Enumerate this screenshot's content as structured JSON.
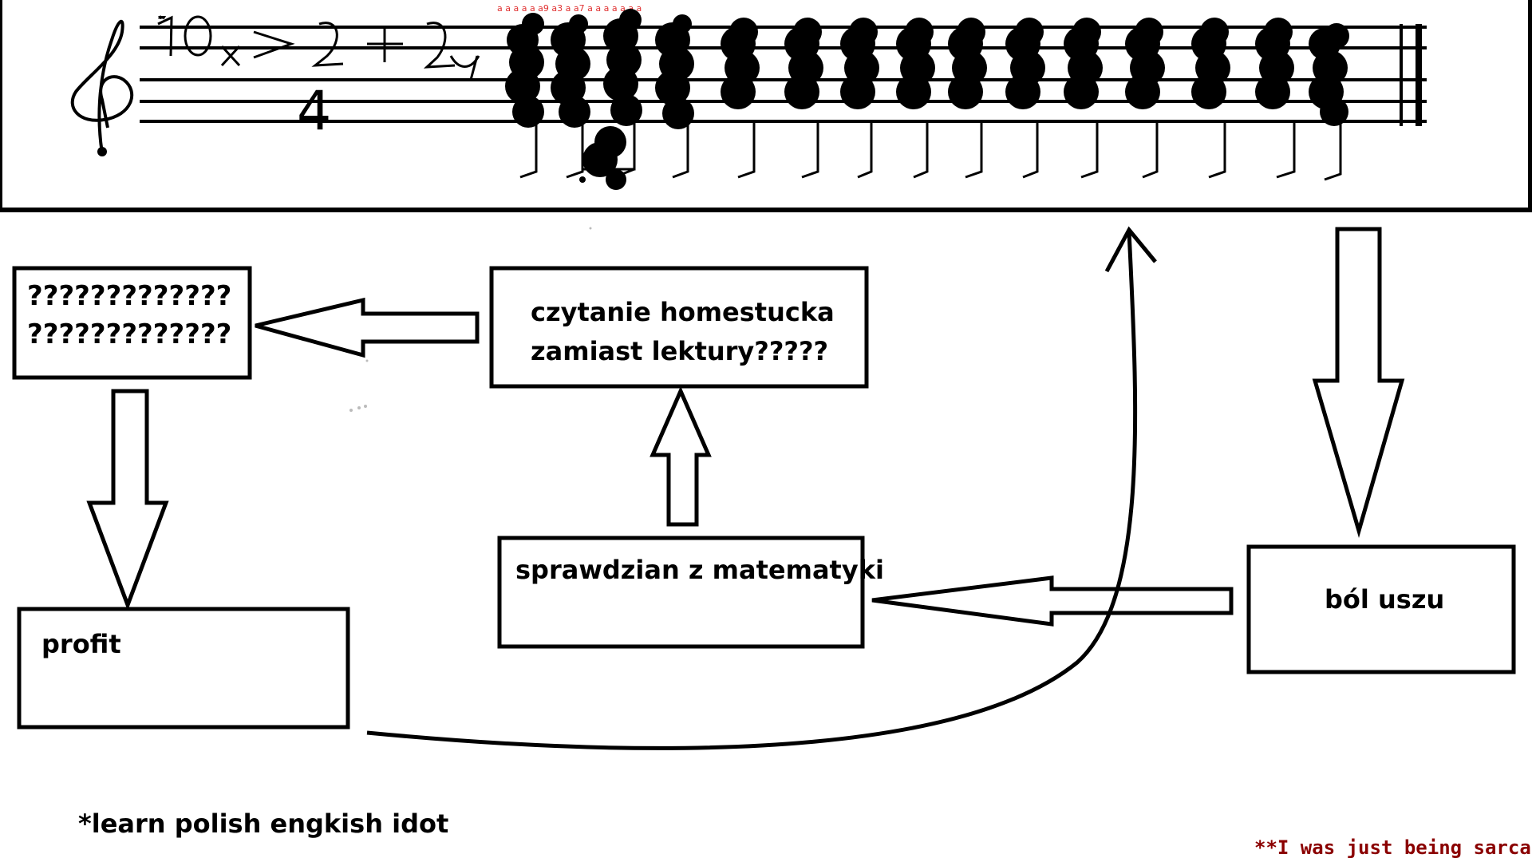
{
  "staff": {
    "formula_text": "10x>2+2y",
    "time_signature_bottom": "4",
    "note_lyrics": "a a a a a a9 a3 a a7 a a a a a a a"
  },
  "boxes": {
    "question": {
      "line1": "?????????????",
      "line2": "?????????????"
    },
    "homestuck": {
      "line1": "czytanie homestucka",
      "line2": "zamiast lektury?????"
    },
    "math_test": {
      "label": "sprawdzian z matematyki"
    },
    "ear_pain": {
      "label": "ból uszu"
    },
    "profit": {
      "label": "profit"
    }
  },
  "footnotes": {
    "learn_polish": "*learn polish  engkish idot",
    "sarcastic": "**I was just being sarcastic."
  },
  "colors": {
    "ink": "#000000",
    "background": "#ffffff",
    "lyrics_red": "#e03030",
    "sarcastic_red": "#8b0000"
  }
}
